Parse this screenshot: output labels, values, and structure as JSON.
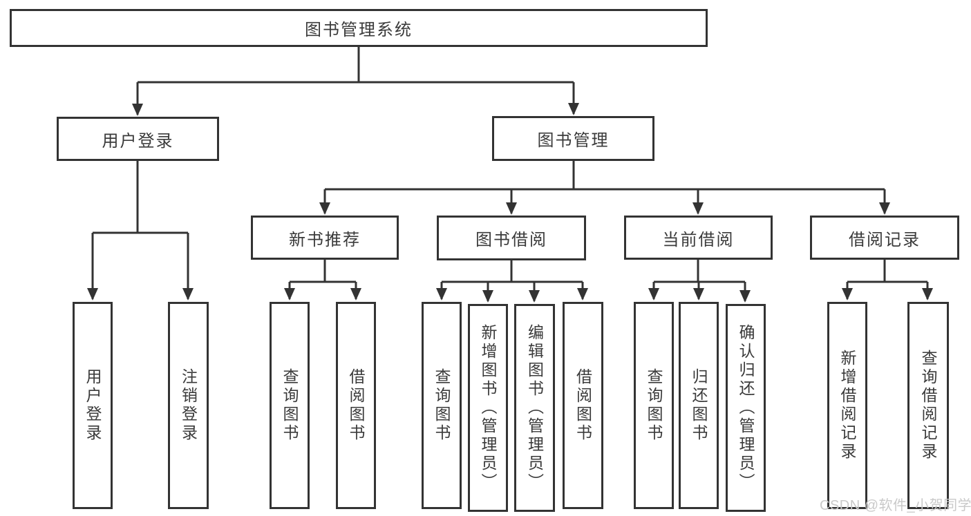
{
  "tree": {
    "root": {
      "label": "图书管理系统",
      "children": [
        {
          "label": "用户登录",
          "children": [
            {
              "label": "用户登录"
            },
            {
              "label": "注销登录"
            }
          ]
        },
        {
          "label": "图书管理",
          "children": [
            {
              "label": "新书推荐",
              "children": [
                {
                  "label": "查询图书"
                },
                {
                  "label": "借阅图书"
                }
              ]
            },
            {
              "label": "图书借阅",
              "children": [
                {
                  "label": "查询图书"
                },
                {
                  "label": "新增图书（管理员）"
                },
                {
                  "label": "编辑图书（管理员）"
                },
                {
                  "label": "借阅图书"
                }
              ]
            },
            {
              "label": "当前借阅",
              "children": [
                {
                  "label": "查询图书"
                },
                {
                  "label": "归还图书"
                },
                {
                  "label": "确认归还（管理员）"
                }
              ]
            },
            {
              "label": "借阅记录",
              "children": [
                {
                  "label": "新增借阅记录"
                },
                {
                  "label": "查询借阅记录"
                }
              ]
            }
          ]
        }
      ]
    }
  },
  "watermark": {
    "text": "CSDN @软件_小贺同学"
  },
  "colors": {
    "line": "#333333",
    "text": "#3a3a3a",
    "background": "#ffffff",
    "watermark": "#c9c9c9"
  }
}
